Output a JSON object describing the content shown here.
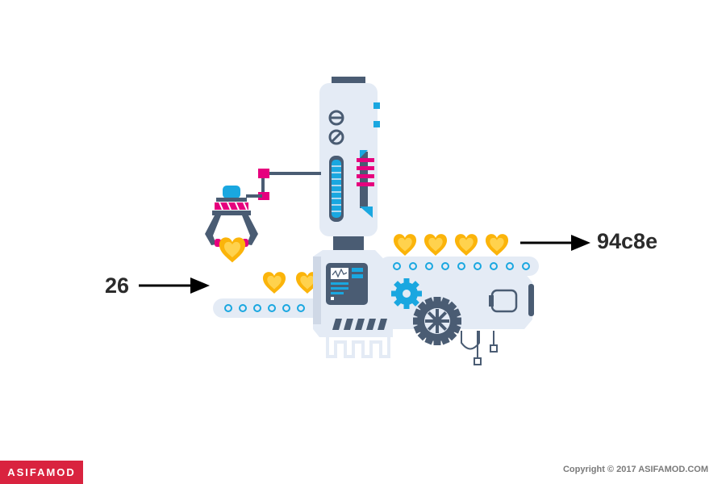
{
  "input": {
    "value": "26"
  },
  "output": {
    "value": "94c8e"
  },
  "footer": {
    "brand": "ASIFAMOD",
    "copyright": "Copyright ©  2017 ASIFAMOD.COM"
  },
  "colors": {
    "machine_body": "#e4ebf5",
    "machine_dark": "#4a5c73",
    "accent_pink": "#e6007e",
    "accent_cyan": "#1aa7e0",
    "heart_gold": "#fbb40a",
    "heart_light": "#ffd24d",
    "brand_red": "#d9233f"
  }
}
